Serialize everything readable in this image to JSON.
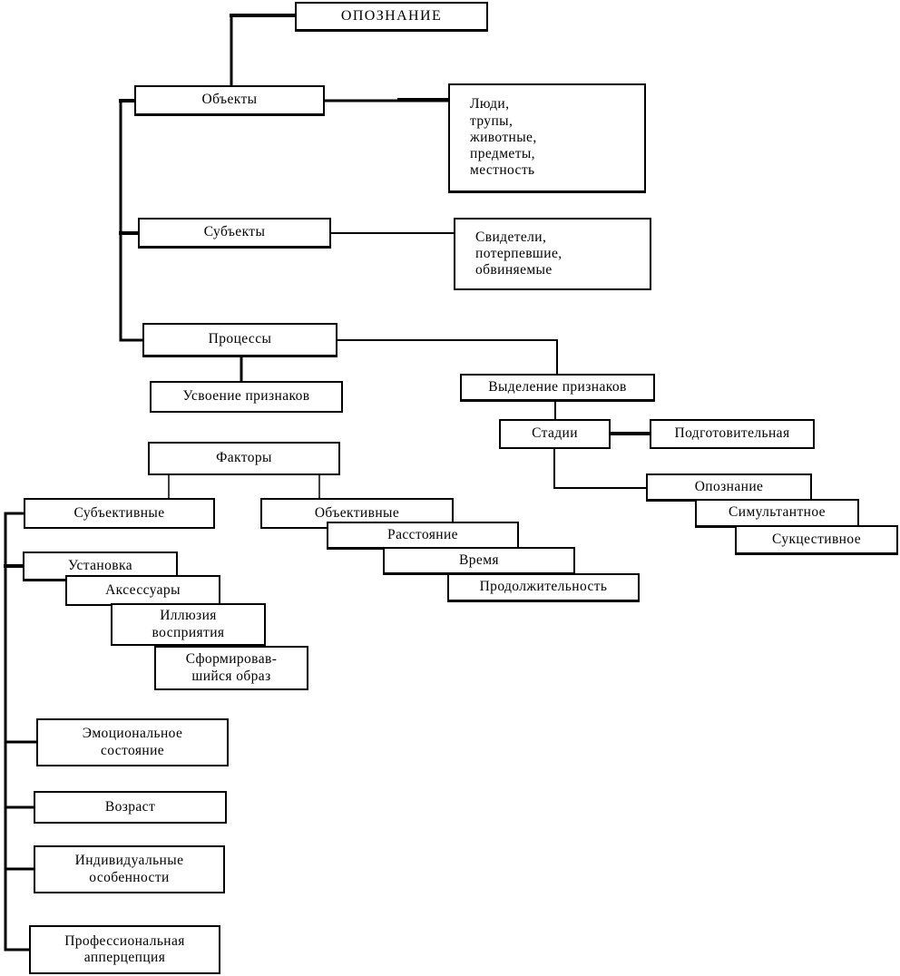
{
  "diagram": {
    "title": "ОПОЗНАНИЕ",
    "language": "ru",
    "style": {
      "box_fill": "#ffffff",
      "box_stroke": "#000000",
      "text_color": "#000000",
      "background": "#ffffff"
    },
    "nodes": {
      "root": "ОПОЗНАНИЕ",
      "objects": "Объекты",
      "objects_list": "Люди,\nтрупы,\nживотные,\nпредметы,\nместность",
      "subjects": "Субъекты",
      "subjects_list": "Свидетели,\nпотерпевшие,\nобвиняемые",
      "processes": "Процессы",
      "assimilation": "Усвоение признаков",
      "extraction": "Выделение признаков",
      "stages": "Стадии",
      "stage_preparatory": "Подготовительная",
      "stage_recognition": "Опознание",
      "stage_simultaneous": "Симультантное",
      "stage_successive": "Сукцестивное",
      "factors": "Факторы",
      "subjective": "Субъективные",
      "objective": "Объективные",
      "attitude": "Установка",
      "accessories": "Аксессуары",
      "illusion": "Иллюзия\nвосприятия",
      "formed_image": "Сформировав-\nшийся образ",
      "emotional_state": "Эмоциональное\nсостояние",
      "age": "Возраст",
      "individual_traits": "Индивидуальные\nособенности",
      "professional_apperception": "Профессиональная\nапперцепция",
      "distance": "Расстояние",
      "time": "Время",
      "duration": "Продолжительность"
    }
  }
}
